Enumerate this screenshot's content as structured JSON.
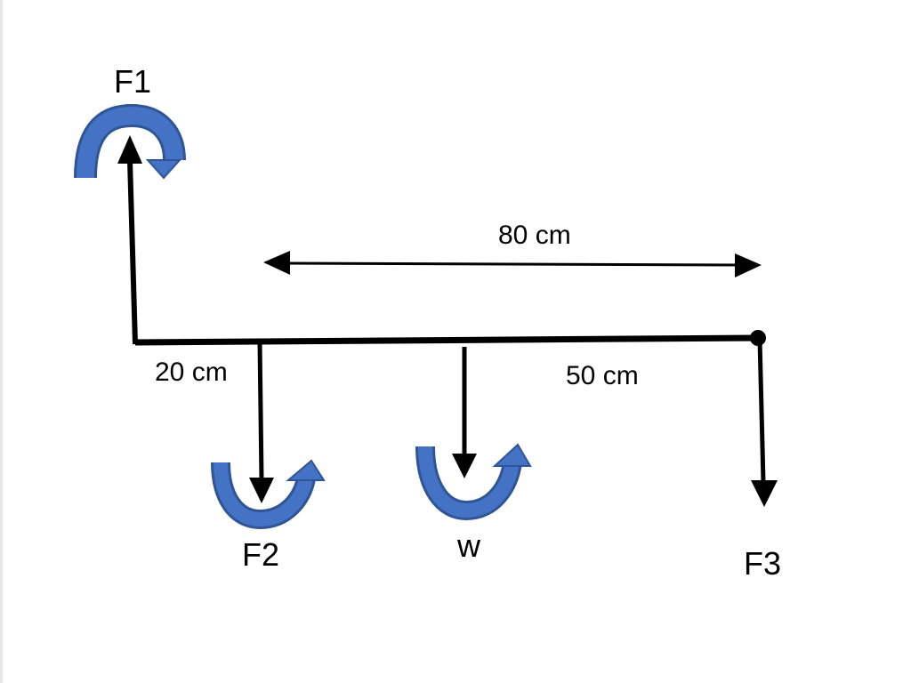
{
  "colors": {
    "line": "#000000",
    "moment_arrow": "#4472c4",
    "moment_arrow_outline": "#2f5597",
    "background": "#ffffff"
  },
  "labels": {
    "f1": "F1",
    "f2": "F2",
    "w": "w",
    "f3": "F3",
    "dim_80": "80 cm",
    "dim_20": "20 cm",
    "dim_50": "50 cm"
  },
  "moments": {
    "f1": "clockwise",
    "f2": "counterclockwise",
    "w": "counterclockwise"
  }
}
